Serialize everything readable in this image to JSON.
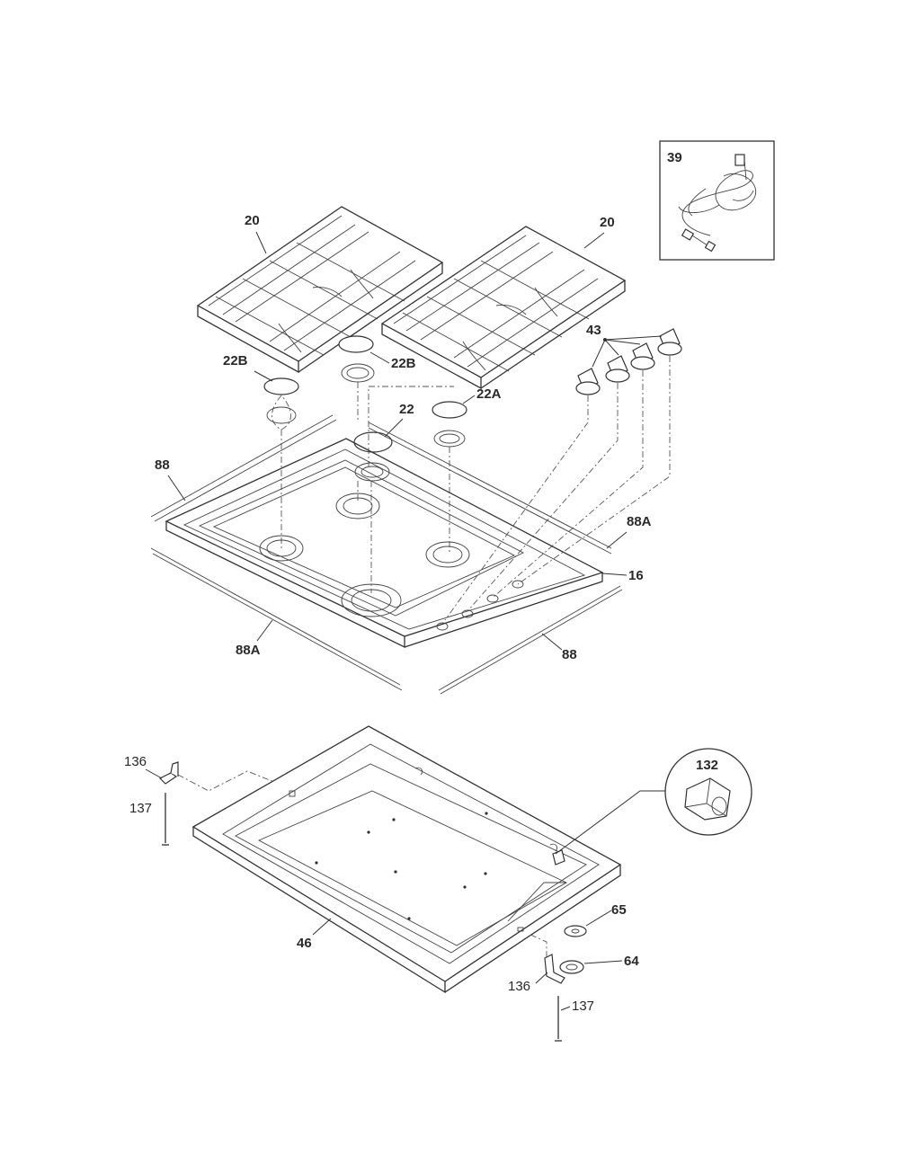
{
  "labels": {
    "p39": "39",
    "p20_left": "20",
    "p20_right": "20",
    "p43": "43",
    "p22b_left": "22B",
    "p22b_center": "22B",
    "p22a": "22A",
    "p22": "22",
    "p88_left": "88",
    "p88a_right": "88A",
    "p16": "16",
    "p88a_left": "88A",
    "p88_right": "88",
    "p136_top": "136",
    "p137_top": "137",
    "p132": "132",
    "p46": "46",
    "p65": "65",
    "p64": "64",
    "p136_bottom": "136",
    "p137_bottom": "137"
  }
}
